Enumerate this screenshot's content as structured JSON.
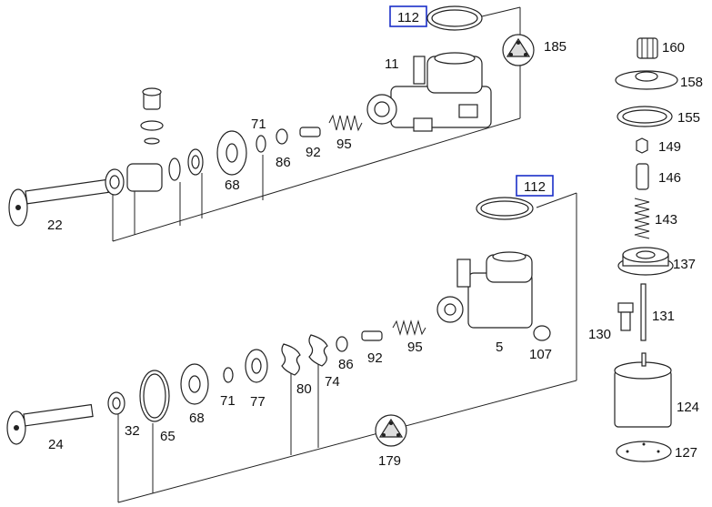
{
  "diagram": {
    "boxed_labels": [
      "112",
      "112"
    ],
    "upper_group": {
      "labels": [
        "11",
        "185",
        "22",
        "68",
        "71",
        "86",
        "92",
        "95"
      ]
    },
    "lower_group": {
      "labels": [
        "5",
        "107",
        "24",
        "32",
        "65",
        "68",
        "71",
        "77",
        "80",
        "74",
        "86",
        "92",
        "95",
        "179"
      ]
    },
    "right_column": {
      "labels": [
        "160",
        "158",
        "155",
        "149",
        "146",
        "143",
        "137",
        "131",
        "130",
        "124",
        "127"
      ]
    }
  }
}
